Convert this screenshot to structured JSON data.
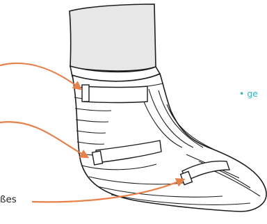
{
  "labels": {
    "right_fragment": "• ge",
    "bottom_left_fragment": "ßes"
  },
  "colors": {
    "arrow": "#e8804a",
    "outline": "#1d1d1b",
    "leg_fill": "#e7e7e7",
    "right_label": "#2bb8c4"
  },
  "icons": [
    "ankle-brace-illustration",
    "arrow-icon"
  ]
}
